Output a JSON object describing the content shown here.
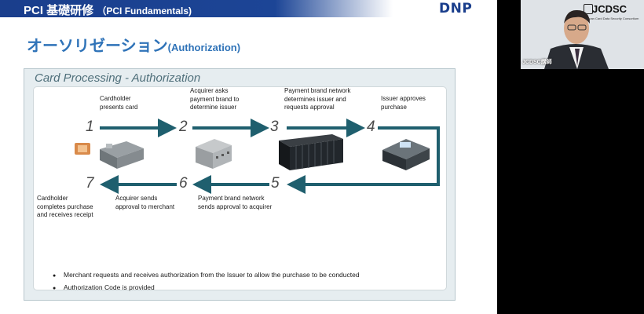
{
  "header": {
    "course_title": "PCI 基礎研修",
    "course_sub": "（PCI Fundamentals)",
    "logo": "DNP"
  },
  "slide": {
    "title": "オーソリゼーション",
    "title_en": "(Authorization)",
    "panel_title": "Card Processing - Authorization",
    "steps": [
      {
        "num": "1",
        "text": "Cardholder\npresents card"
      },
      {
        "num": "2",
        "text": "Acquirer asks\npayment brand to\ndetermine issuer"
      },
      {
        "num": "3",
        "text": "Payment brand network\ndetermines issuer and\nrequests approval"
      },
      {
        "num": "4",
        "text": "Issuer approves\npurchase"
      },
      {
        "num": "5",
        "text": "Payment brand network\nsends approval to acquirer"
      },
      {
        "num": "6",
        "text": "Acquirer sends\napproval to merchant"
      },
      {
        "num": "7",
        "text": "Cardholder\ncompletes purchase\nand receives receipt"
      }
    ],
    "bullets": [
      "Merchant requests and receives authorization from the Issuer to allow the purchase to be conducted",
      "Authorization Code is provided"
    ]
  },
  "webcam": {
    "label": "JCDSC講師",
    "logo": "JCDSC",
    "tagline": "Japan Card Data Security Consortium"
  },
  "colors": {
    "arrow": "#1f5f6e",
    "title": "#2f73b8",
    "header": "#1a3e8c"
  }
}
